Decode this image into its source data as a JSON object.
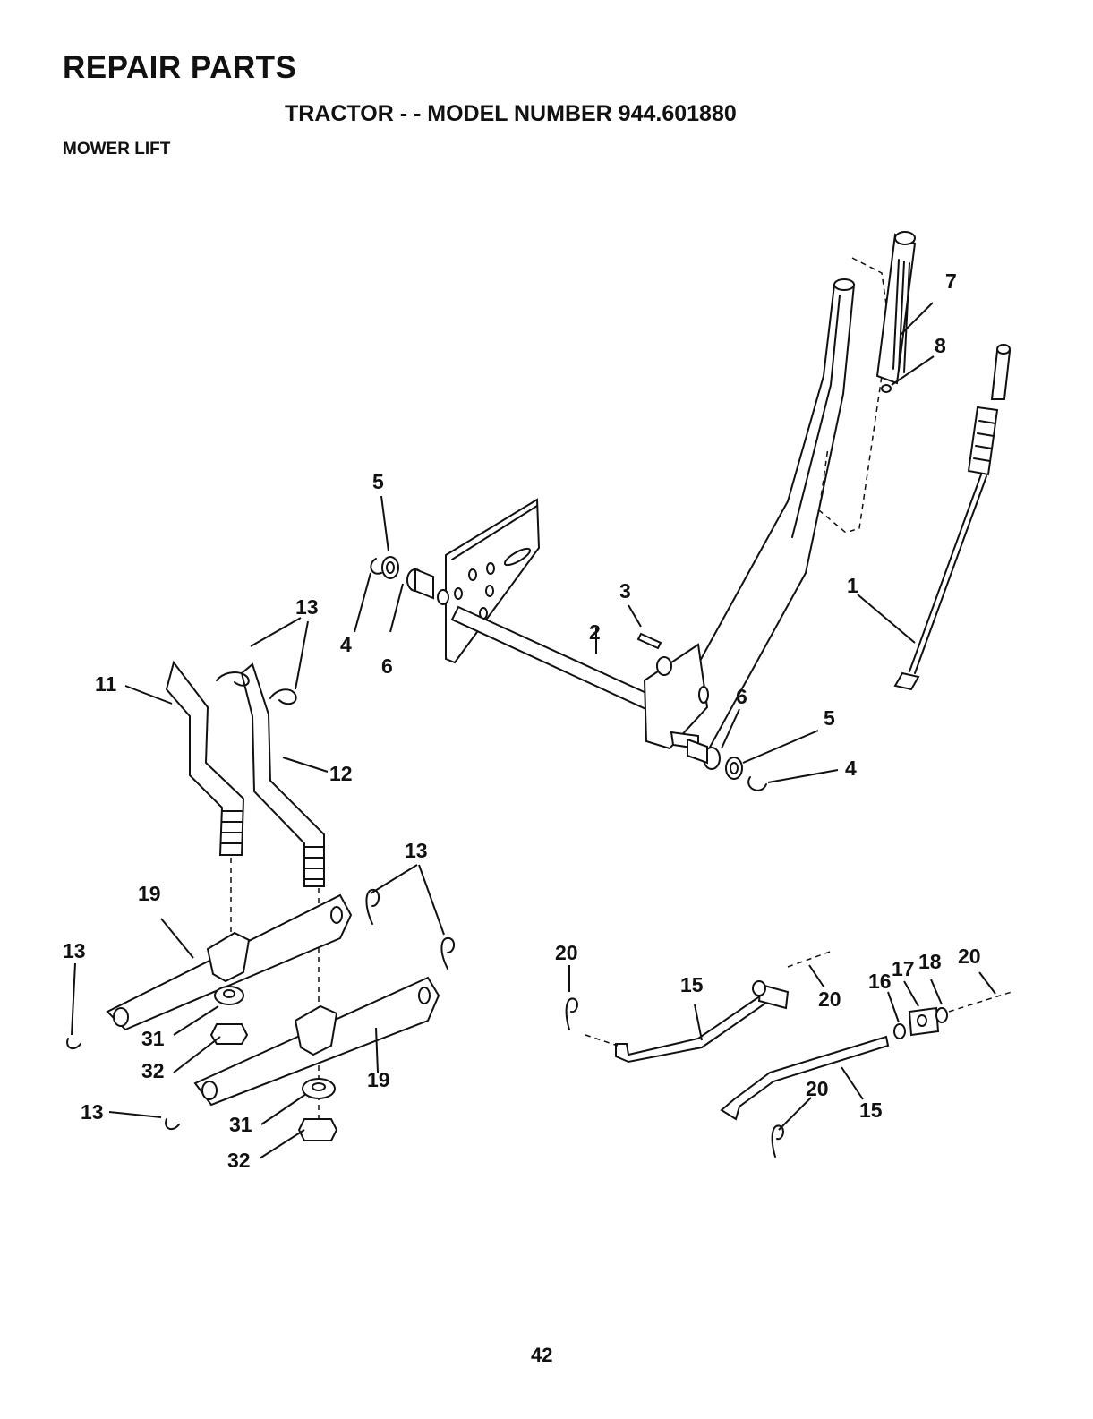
{
  "header": {
    "title": "REPAIR PARTS",
    "subtitle": "TRACTOR - - MODEL NUMBER 944.601880",
    "section": "MOWER LIFT"
  },
  "footer": {
    "page_number": "42"
  },
  "callouts": {
    "c1": "1",
    "c2": "2",
    "c3": "3",
    "c4a": "4",
    "c4b": "4",
    "c5a": "5",
    "c5b": "5",
    "c6a": "6",
    "c6b": "6",
    "c7": "7",
    "c8": "8",
    "c11": "11",
    "c12": "12",
    "c13a": "13",
    "c13b": "13",
    "c13c": "13",
    "c13d": "13",
    "c15a": "15",
    "c15b": "15",
    "c16": "16",
    "c17": "17",
    "c18": "18",
    "c19a": "19",
    "c19b": "19",
    "c20a": "20",
    "c20b": "20",
    "c20c": "20",
    "c20d": "20",
    "c31a": "31",
    "c31b": "31",
    "c32a": "32",
    "c32b": "32"
  }
}
